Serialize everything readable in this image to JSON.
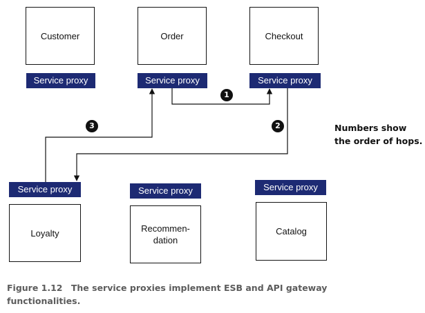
{
  "services": {
    "customer": "Customer",
    "order": "Order",
    "checkout": "Checkout",
    "loyalty": "Loyalty",
    "recommendation_line1": "Recommen-",
    "recommendation_line2": "dation",
    "catalog": "Catalog"
  },
  "proxy_label": "Service proxy",
  "hops": {
    "hop1": "1",
    "hop2": "2",
    "hop3": "3"
  },
  "note": {
    "line1": "Numbers show",
    "line2": "the order of hops."
  },
  "caption": {
    "number": "Figure 1.12",
    "text_line1": "The service proxies implement ESB and API gateway",
    "text_line2": "functionalities."
  },
  "colors": {
    "proxy_fill": "#1d2a73",
    "badge_fill": "#111111",
    "caption_text": "#5c5c5c"
  }
}
